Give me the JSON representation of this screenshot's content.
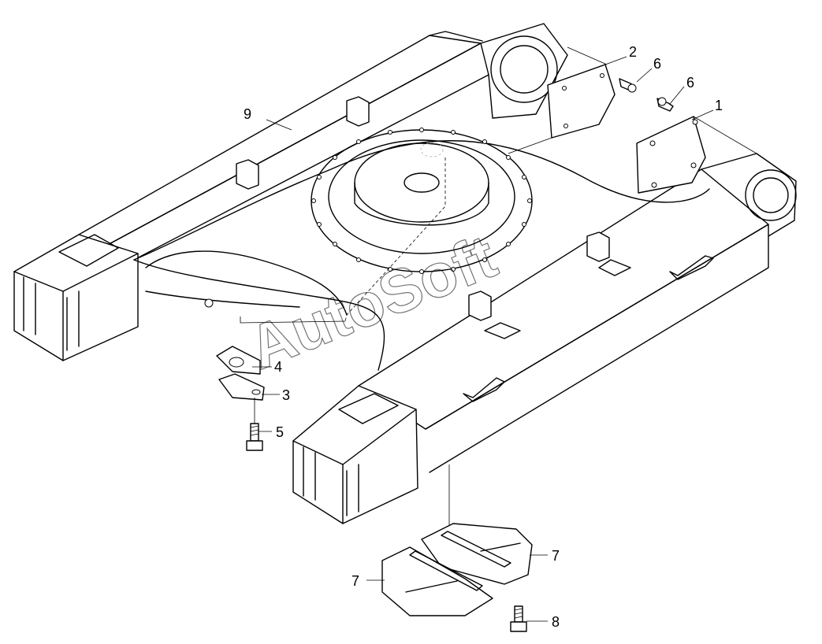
{
  "watermark": "AutoSoft",
  "callouts": [
    {
      "id": "1",
      "text": "1"
    },
    {
      "id": "2",
      "text": "2"
    },
    {
      "id": "3",
      "text": "3"
    },
    {
      "id": "4",
      "text": "4"
    },
    {
      "id": "5",
      "text": "5"
    },
    {
      "id": "6a",
      "text": "6"
    },
    {
      "id": "6b",
      "text": "6"
    },
    {
      "id": "7a",
      "text": "7"
    },
    {
      "id": "7b",
      "text": "7"
    },
    {
      "id": "8",
      "text": "8"
    },
    {
      "id": "9",
      "text": "9"
    }
  ],
  "colors": {
    "line": "#000000",
    "background": "#ffffff"
  }
}
